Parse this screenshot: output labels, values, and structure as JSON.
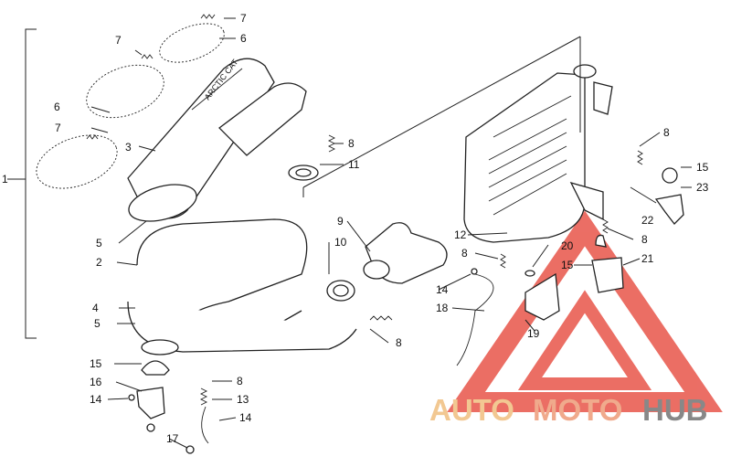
{
  "callouts": {
    "c1": "1",
    "c2": "2",
    "c3": "3",
    "c4": "4",
    "c5a": "5",
    "c5b": "5",
    "c6a": "6",
    "c6b": "6",
    "c7a": "7",
    "c7b": "7",
    "c7c": "7",
    "c8a": "8",
    "c8b": "8",
    "c8c": "8",
    "c8d": "8",
    "c8e": "8",
    "c8f": "8",
    "c9": "9",
    "c10": "10",
    "c11": "11",
    "c12": "12",
    "c13": "13",
    "c14a": "14",
    "c14b": "14",
    "c14c": "14",
    "c15a": "15",
    "c15b": "15",
    "c15c": "15",
    "c16": "16",
    "c17": "17",
    "c18": "18",
    "c19": "19",
    "c20": "20",
    "c21": "21",
    "c22": "22",
    "c23": "23"
  },
  "muffler_label": "ARCTIC CAT",
  "watermark": {
    "part1": "AUTO",
    "part2": "MOTO",
    "part3": "HUB"
  },
  "colors": {
    "line": "#222222",
    "watermark_red": "#e8554a",
    "watermark_orange": "#f2c892",
    "watermark_gray": "#888888"
  }
}
